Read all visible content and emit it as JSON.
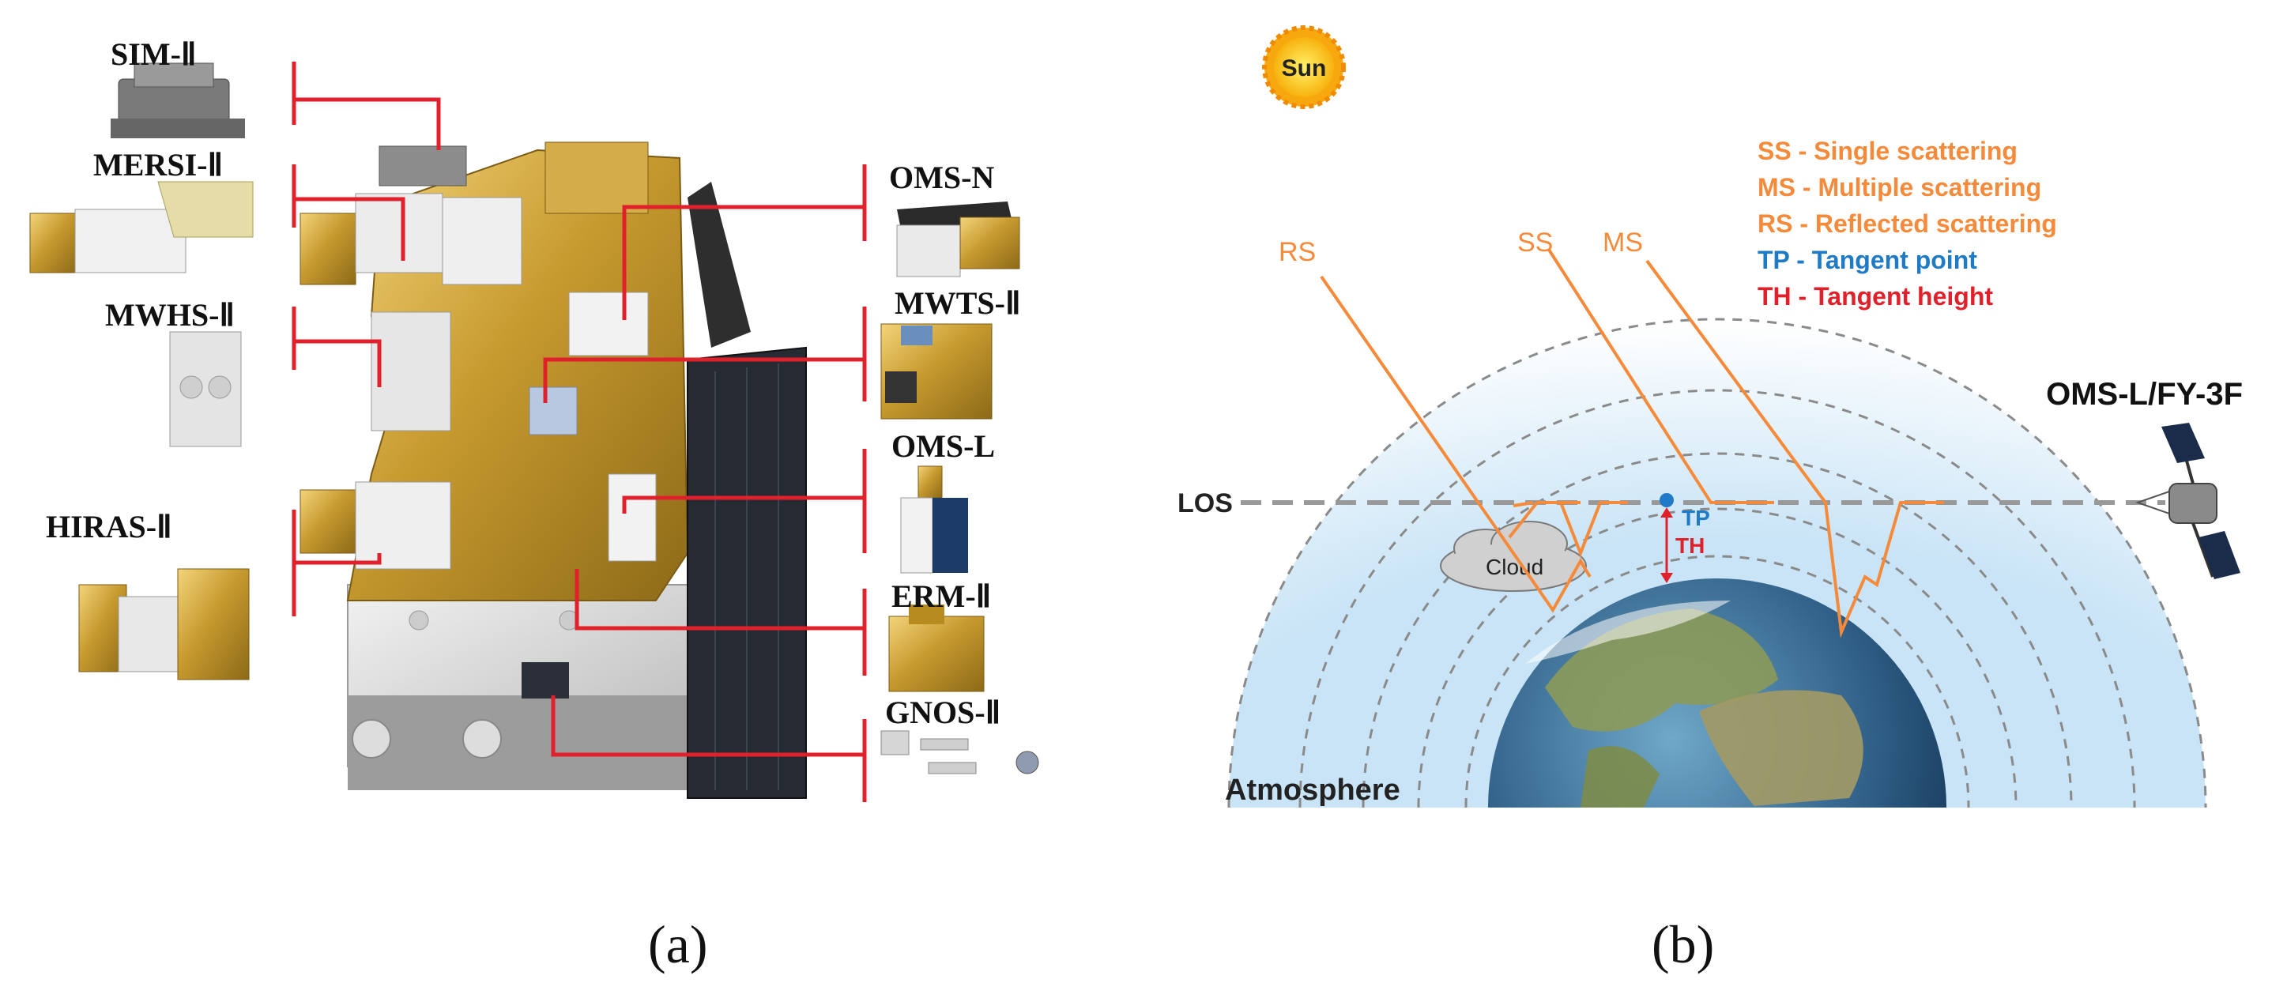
{
  "panel_a": {
    "caption": "(a)",
    "instruments_left": [
      {
        "label": "SIM-Ⅱ"
      },
      {
        "label": "MERSI-Ⅱ"
      },
      {
        "label": "MWHS-Ⅱ"
      },
      {
        "label": "HIRAS-Ⅱ"
      }
    ],
    "instruments_right": [
      {
        "label": "OMS-N"
      },
      {
        "label": "MWTS-Ⅱ"
      },
      {
        "label": "OMS-L"
      },
      {
        "label": "ERM-Ⅱ"
      },
      {
        "label": "GNOS-Ⅱ"
      }
    ],
    "colors": {
      "gold": "#c9a13a",
      "leader": "#e0212b"
    }
  },
  "panel_b": {
    "caption": "(b)",
    "sun_label": "Sun",
    "legend": [
      {
        "text": "SS - Single scattering",
        "color": "#f58a3a"
      },
      {
        "text": "MS - Multiple scattering",
        "color": "#f58a3a"
      },
      {
        "text": "RS - Reflected scattering",
        "color": "#f58a3a"
      },
      {
        "text": "TP - Tangent point",
        "color": "#1f7bc8"
      },
      {
        "text": "TH - Tangent height",
        "color": "#e0212b"
      }
    ],
    "rays": {
      "rs": "RS",
      "ss": "SS",
      "ms": "MS"
    },
    "los_label": "LOS",
    "tp_label": "TP",
    "th_label": "TH",
    "cloud_label": "Cloud",
    "atmosphere_label": "Atmosphere",
    "satellite_label": "OMS-L/FY-3F",
    "colors": {
      "ray": "#f58a3a",
      "tp": "#1f7bc8",
      "th": "#e0212b",
      "los": "#999999"
    }
  }
}
